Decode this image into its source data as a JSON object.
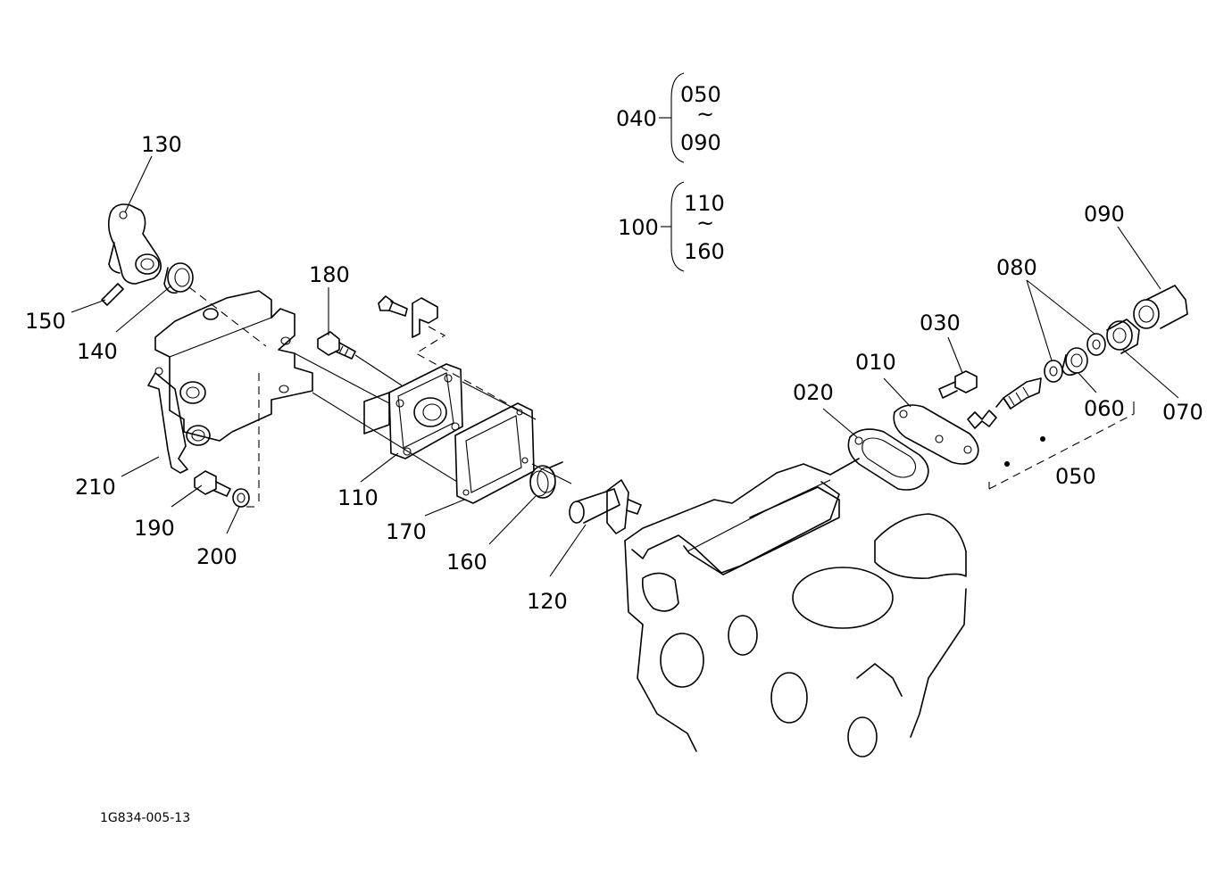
{
  "diagram": {
    "drawing_code": "1G834-005-13",
    "callouts": [
      {
        "id": "c130",
        "text": "130"
      },
      {
        "id": "c150",
        "text": "150"
      },
      {
        "id": "c140",
        "text": "140"
      },
      {
        "id": "c180",
        "text": "180"
      },
      {
        "id": "c210",
        "text": "210"
      },
      {
        "id": "c190",
        "text": "190"
      },
      {
        "id": "c200",
        "text": "200"
      },
      {
        "id": "c110",
        "text": "110"
      },
      {
        "id": "c170",
        "text": "170"
      },
      {
        "id": "c160",
        "text": "160"
      },
      {
        "id": "c120",
        "text": "120"
      },
      {
        "id": "c020",
        "text": "020"
      },
      {
        "id": "c010",
        "text": "010"
      },
      {
        "id": "c030",
        "text": "030"
      },
      {
        "id": "c080",
        "text": "080"
      },
      {
        "id": "c060",
        "text": "060"
      },
      {
        "id": "c070",
        "text": "070"
      },
      {
        "id": "c090",
        "text": "090"
      },
      {
        "id": "c050",
        "text": "050"
      }
    ],
    "groups": [
      {
        "parent": "040",
        "from": "050",
        "tilde": "~",
        "to": "090"
      },
      {
        "parent": "100",
        "from": "110",
        "tilde": "~",
        "to": "160"
      }
    ]
  }
}
